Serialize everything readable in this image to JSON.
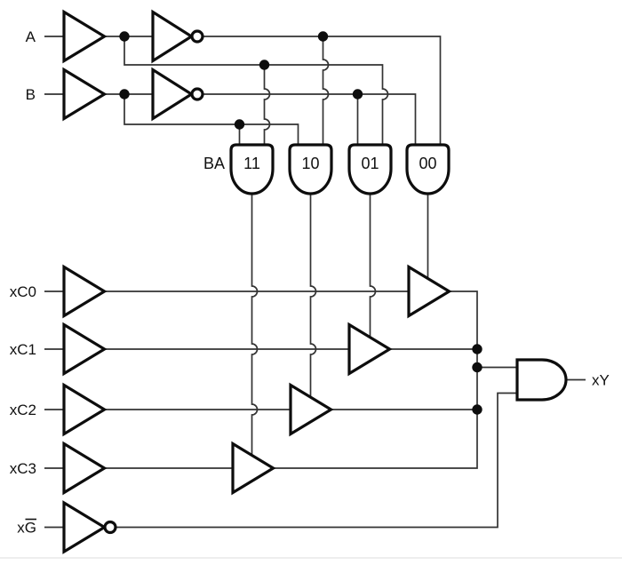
{
  "labels": {
    "input_a": "A",
    "input_b": "B",
    "select_code_header": "BA",
    "decoder_gates": [
      "11",
      "10",
      "01",
      "00"
    ],
    "data_inputs": [
      "xC0",
      "xC1",
      "xC2",
      "xC3"
    ],
    "enable_input": "xG",
    "output": "xY"
  },
  "colors": {
    "wire": "#333333",
    "gate": "#0d0d0d",
    "text": "#111111",
    "bg": "#ffffff",
    "divider": "#dcdcdc"
  }
}
